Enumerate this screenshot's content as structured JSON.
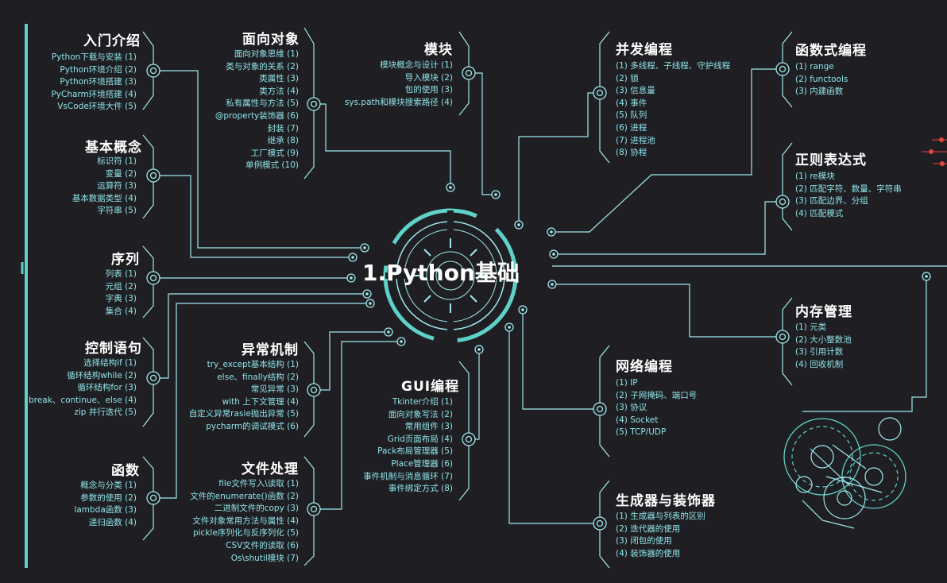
{
  "center": {
    "title": "1.Python基础"
  },
  "nodes": {
    "intro": {
      "title": "入门介绍",
      "items": [
        "Python下载与安装 (1)",
        "Python环境介绍 (2)",
        "Python环境搭建 (3)",
        "PyCharm环境搭建 (4)",
        "VsCode环境大件 (5)"
      ]
    },
    "basics": {
      "title": "基本概念",
      "items": [
        "标识符 (1)",
        "变量 (2)",
        "运算符 (3)",
        "基本数据类型 (4)",
        "字符串 (5)"
      ]
    },
    "sequence": {
      "title": "序列",
      "items": [
        "列表 (1)",
        "元组 (2)",
        "字典 (3)",
        "集合 (4)"
      ]
    },
    "control": {
      "title": "控制语句",
      "items": [
        "选择结构if (1)",
        "循环结构while (2)",
        "循环结构for (3)",
        "break、continue、else (4)",
        "zip 并行迭代 (5)"
      ]
    },
    "function": {
      "title": "函数",
      "items": [
        "概念与分类 (1)",
        "参数的使用 (2)",
        "lambda函数 (3)",
        "递归函数 (4)"
      ]
    },
    "oop": {
      "title": "面向对象",
      "items": [
        "面向对象思维 (1)",
        "类与对象的关系 (2)",
        "类属性 (3)",
        "类方法 (4)",
        "私有属性与方法 (5)",
        "@property装饰器 (6)",
        "封装 (7)",
        "继承 (8)",
        "工厂模式 (9)",
        "单例模式 (10)"
      ]
    },
    "exception": {
      "title": "异常机制",
      "items": [
        "try_except基本结构 (1)",
        "else、finally结构 (2)",
        "常见异常 (3)",
        "with 上下文管理 (4)",
        "自定义异常rasie抛出异常 (5)",
        "pycharm的调试模式 (6)"
      ]
    },
    "file": {
      "title": "文件处理",
      "items": [
        "file文件写入\\读取 (1)",
        "文件的enumerate()函数 (2)",
        "二进制文件的copy (3)",
        "文件对象常用方法与属性 (4)",
        "pickle序列化与反序列化 (5)",
        "CSV文件的读取 (6)",
        "Os\\shutil模块 (7)"
      ]
    },
    "module": {
      "title": "模块",
      "items": [
        "模块概念与设计 (1)",
        "导入模块 (2)",
        "包的使用 (3)",
        "sys.path和模块搜索路径 (4)"
      ]
    },
    "gui": {
      "title": "GUI编程",
      "items": [
        "Tkinter介绍 (1)",
        "面向对象写法 (2)",
        "常用组件 (3)",
        "Grid页面布局 (4)",
        "Pack布局管理器 (5)",
        "Place管理器 (6)",
        "事件机制与消息循环 (7)",
        "事件绑定方式 (8)"
      ]
    },
    "concurrency": {
      "title": "并发编程",
      "items": [
        "(1) 多线程、子线程、守护线程",
        "(2) 锁",
        "(3) 信息量",
        "(4) 事件",
        "(5) 队列",
        "(6) 进程",
        "(7) 进程池",
        "(8) 协程"
      ]
    },
    "network": {
      "title": "网络编程",
      "items": [
        "(1) IP",
        "(2) 子网掩码、端口号",
        "(3) 协议",
        "(4) Socket",
        "(5) TCP/UDP"
      ]
    },
    "generator": {
      "title": "生成器与装饰器",
      "items": [
        "(1) 生成器与列表的区别",
        "(2) 迭代器的使用",
        "(3) 闭包的使用",
        "(4) 装饰器的使用"
      ]
    },
    "functional": {
      "title": "函数式编程",
      "items": [
        "(1) range",
        "(2) functools",
        "(3) 内建函数"
      ]
    },
    "regex": {
      "title": "正则表达式",
      "items": [
        "(1) re模块",
        "(2) 匹配字符、数量、字符串",
        "(3) 匹配边界、分组",
        "(4) 匹配模式"
      ]
    },
    "memory": {
      "title": "内存管理",
      "items": [
        "(1) 元类",
        "(2) 大小整数池",
        "(3) 引用计数",
        "(4) 回收机制"
      ]
    }
  },
  "colors": {
    "background": "#1f1f23",
    "accent": "#5fd1c8",
    "line": "#9fe9ee",
    "text": "#8fe3e8",
    "title": "#ffffff",
    "dot": "#e5473d"
  }
}
